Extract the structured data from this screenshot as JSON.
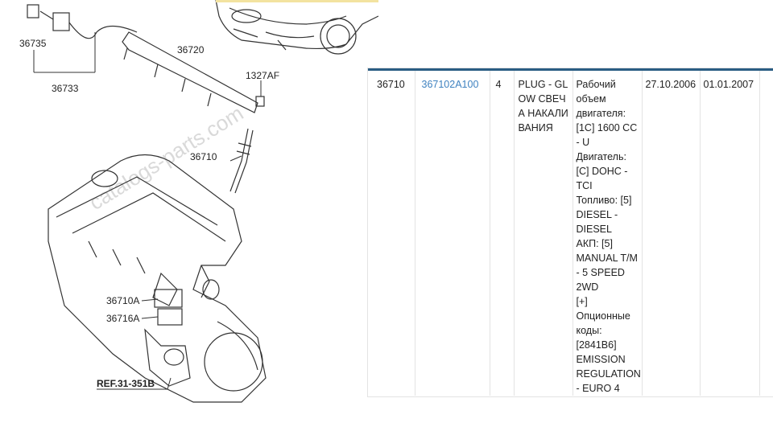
{
  "diagram": {
    "callouts": {
      "c36735": "36735",
      "c36733": "36733",
      "c36720": "36720",
      "c1327af": "1327AF",
      "c36710": "36710",
      "c36710a": "36710A",
      "c36716a": "36716A",
      "ref": "REF.31-351B"
    },
    "watermark": "catalogs-parts.com"
  },
  "table": {
    "row": {
      "code": "36710",
      "part_number": "367102A100",
      "quantity": "4",
      "name": "PLUG - GLOW СВЕЧА НАКАЛИВАНИЯ",
      "description_lines": [
        "Рабочий",
        "объем",
        "двигателя:",
        "[1C] 1600 CC",
        "- U",
        "Двигатель:",
        "[C] DOHC -",
        "TCI",
        "Топливо: [5]",
        "DIESEL -",
        "DIESEL",
        "АКП: [5]",
        "MANUAL T/M",
        "- 5 SPEED",
        "2WD",
        "[+]",
        "Опционные",
        "коды:",
        "[2841B6]",
        "EMISSION",
        "REGULATION",
        "- EURO 4"
      ],
      "date_from": "27.10.2006",
      "date_to": "01.01.2007"
    }
  },
  "colors": {
    "link": "#3f82c0",
    "accent_bar": "#2a5d83",
    "border": "#e3e3e3"
  }
}
